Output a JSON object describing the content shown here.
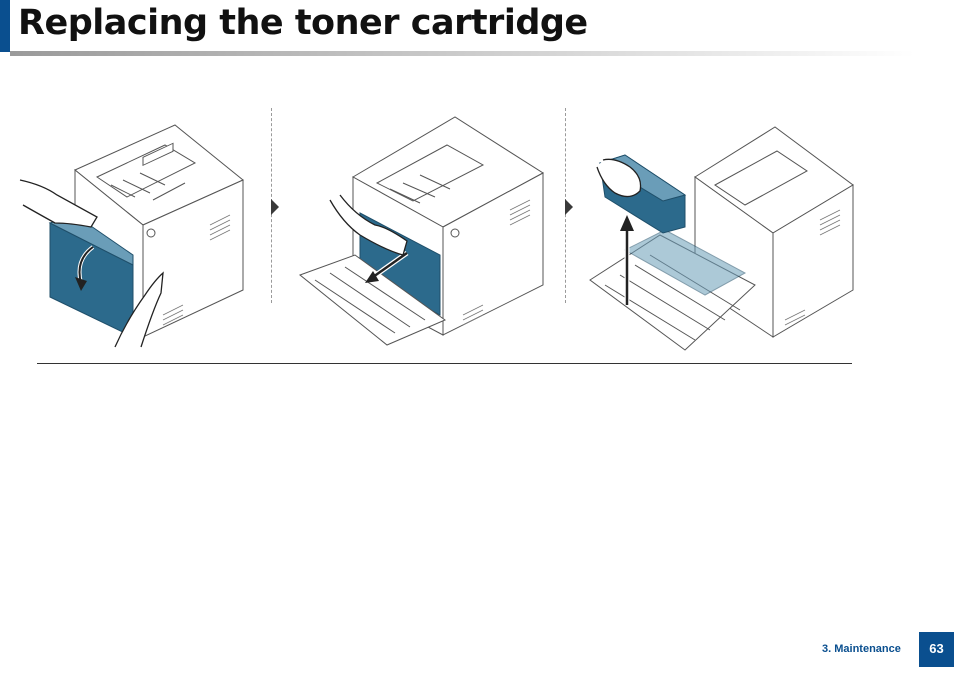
{
  "header": {
    "title": "Replacing the toner cartridge"
  },
  "figure": {
    "steps": [
      {
        "icon": "printer-open-front-cover-illustration"
      },
      {
        "icon": "printer-pull-tray-illustration"
      },
      {
        "icon": "printer-lift-toner-cartridge-illustration"
      }
    ]
  },
  "footer": {
    "section": "3. Maintenance",
    "page": "63"
  },
  "colors": {
    "accent": "#0a4f8f",
    "illustration_blue": "#2c6a8c"
  }
}
